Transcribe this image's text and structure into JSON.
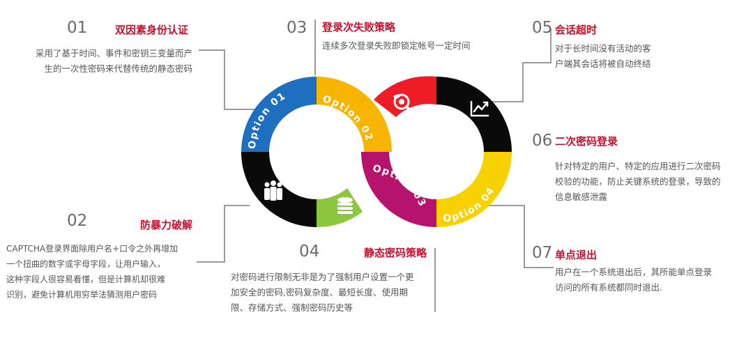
{
  "colors": {
    "blue": "#1f6fc0",
    "orange": "#f7b500",
    "red": "#ee1c25",
    "black": "#0a0a0a",
    "green": "#8dc63f",
    "magenta": "#b5136c",
    "yellow": "#f7d200",
    "title_red": "#c8102e",
    "connector_gray": "#9a9a9a"
  },
  "ring_labels": {
    "o1": "Option 01",
    "o2": "Option 02",
    "o3": "Option 03",
    "o4": "Option 04"
  },
  "icons": {
    "top_right_red": "search-globe-icon",
    "top_right_black": "chart-growth-icon",
    "bottom_left_black": "people-group-icon",
    "bottom_left_green": "database-icon"
  },
  "items": {
    "i01": {
      "num": "01",
      "title": "双因素身份认证",
      "lines": [
        "采用了基于时间、事件和密钥三变量而产",
        "生的一次性密码来代替传统的静态密码"
      ]
    },
    "i02": {
      "num": "02",
      "title": "防暴力破解",
      "lines": [
        "CAPTCHA登录界面除用户名+口令之外再增加",
        "一个扭曲的数字或字母字段，让用户输入，",
        "这种字段人很容易看懂，但是计算机却很难",
        "识别，避免计算机用穷举法猜测用户密码"
      ]
    },
    "i03": {
      "num": "03",
      "title": "登录次失败策略",
      "lines": [
        "连续多次登录失败即锁定帐号一定时间"
      ]
    },
    "i04": {
      "num": "04",
      "title": "静态密码策略",
      "lines": [
        "对密码进行限制无非是为了强制用户设置一个更",
        "加安全的密码,密码复杂度、最短长度、使用期",
        "限、存储方式、强制密码历史等"
      ]
    },
    "i05": {
      "num": "05",
      "title": "会话超时",
      "lines": [
        "对于长时间没有活动的客",
        "户端其会话将被自动终结"
      ]
    },
    "i06": {
      "num": "06",
      "title": "二次密码登录",
      "lines": [
        "针对特定的用户、特定的应用进行二次密码",
        "校验的功能，防止关键系统的登录，导致的",
        "信息敏感泄露"
      ]
    },
    "i07": {
      "num": "07",
      "title": "单点退出",
      "lines": [
        "用户在一个系统退出后，其所能单点登录",
        "访问的所有系统都同时退出."
      ]
    }
  }
}
